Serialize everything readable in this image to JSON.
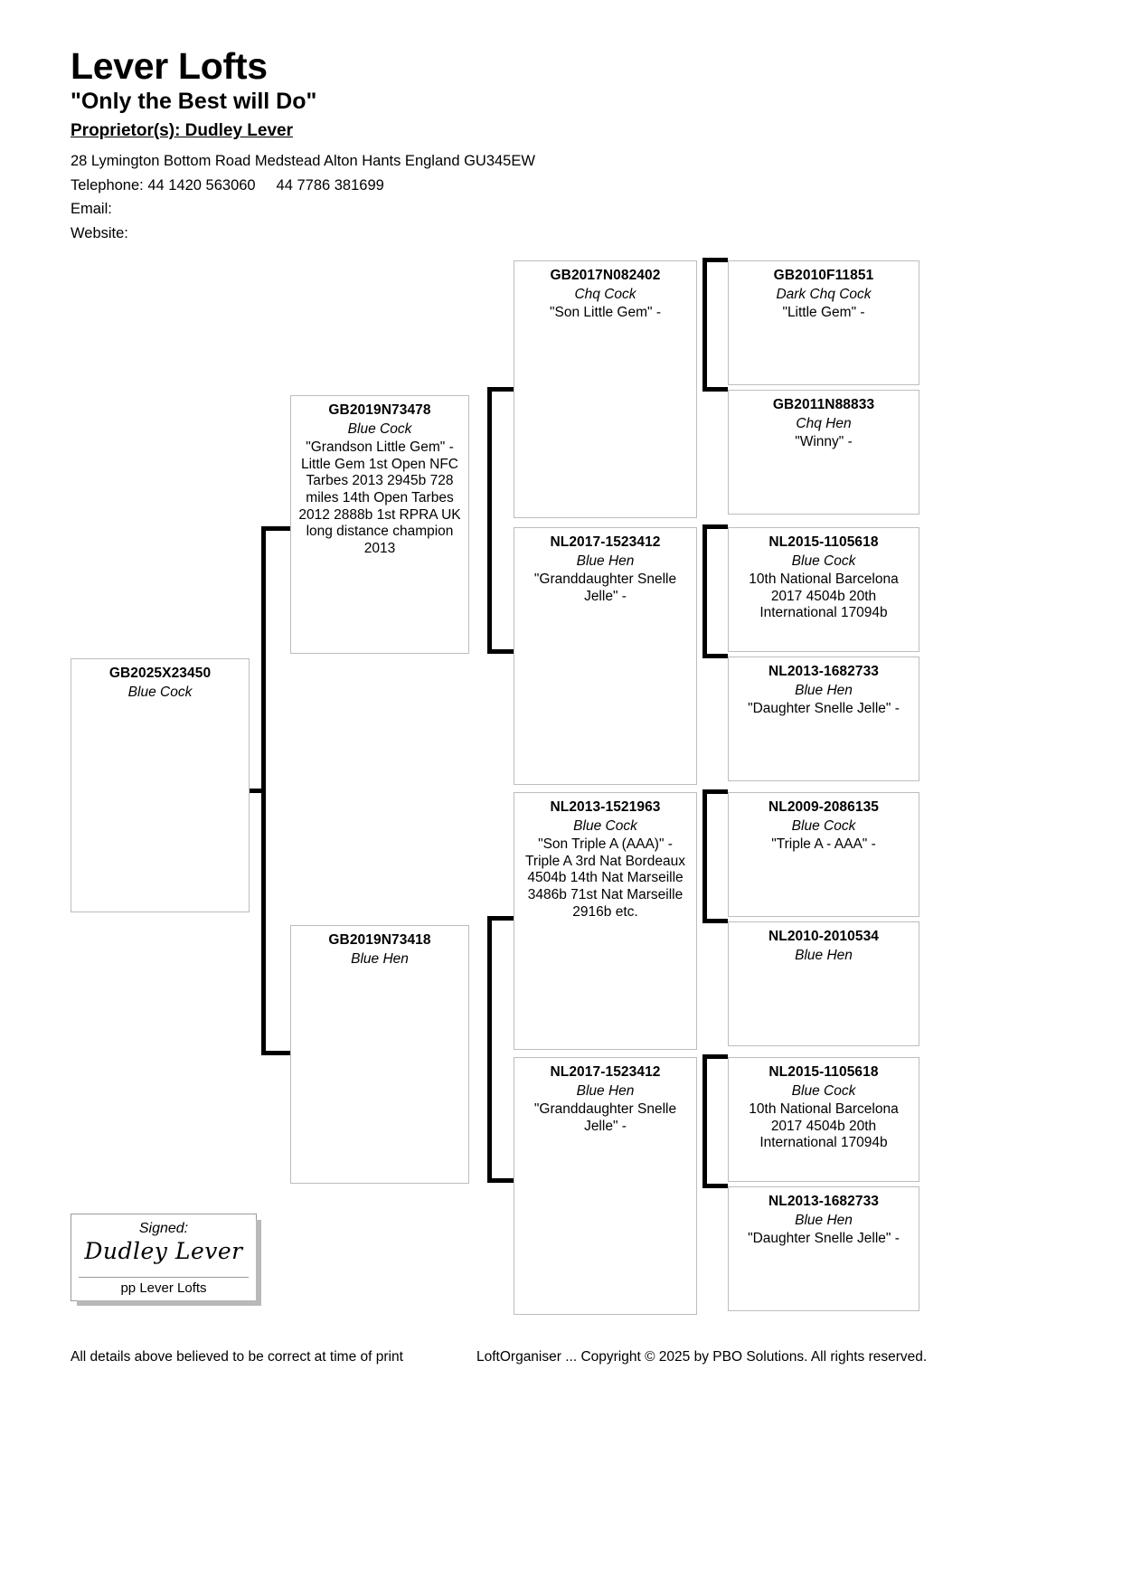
{
  "header": {
    "loft_name": "Lever Lofts",
    "motto": "\"Only the Best will Do\"",
    "proprietor": "Proprietor(s): Dudley Lever",
    "address": "28 Lymington Bottom Road Medstead Alton Hants England GU345EW",
    "telephone": "Telephone: 44 1420 563060     44 7786 381699",
    "email": "Email:",
    "website": "Website:"
  },
  "pedigree": {
    "subject": {
      "ring": "GB2025X23450",
      "colour": "Blue Cock",
      "notes": ""
    },
    "sire": {
      "ring": "GB2019N73478",
      "colour": "Blue Cock",
      "notes": "\"Grandson Little Gem\" - Little Gem 1st Open NFC Tarbes 2013 2945b 728 miles 14th Open Tarbes 2012 2888b 1st RPRA UK long distance champion 2013"
    },
    "dam": {
      "ring": "GB2019N73418",
      "colour": "Blue Hen",
      "notes": ""
    },
    "sire_sire": {
      "ring": "GB2017N082402",
      "colour": "Chq Cock",
      "notes": "\"Son Little Gem\" -"
    },
    "sire_dam": {
      "ring": "NL2017-1523412",
      "colour": "Blue Hen",
      "notes": "\"Granddaughter Snelle Jelle\" -"
    },
    "dam_sire": {
      "ring": "NL2013-1521963",
      "colour": "Blue Cock",
      "notes": "\"Son Triple A (AAA)\" - Triple A 3rd Nat Bordeaux 4504b 14th Nat Marseille 3486b 71st Nat Marseille 2916b etc."
    },
    "dam_dam": {
      "ring": "NL2017-1523412",
      "colour": "Blue Hen",
      "notes": "\"Granddaughter Snelle Jelle\" -"
    },
    "ss_sire": {
      "ring": "GB2010F11851",
      "colour": "Dark Chq Cock",
      "notes": "\"Little Gem\" -"
    },
    "ss_dam": {
      "ring": "GB2011N88833",
      "colour": "Chq Hen",
      "notes": "\"Winny\" -"
    },
    "sd_sire": {
      "ring": "NL2015-1105618",
      "colour": "Blue Cock",
      "notes": "10th National Barcelona 2017 4504b 20th International 17094b"
    },
    "sd_dam": {
      "ring": "NL2013-1682733",
      "colour": "Blue Hen",
      "notes": "\"Daughter Snelle Jelle\" -"
    },
    "ds_sire": {
      "ring": "NL2009-2086135",
      "colour": "Blue Cock",
      "notes": "\"Triple A - AAA\" -"
    },
    "ds_dam": {
      "ring": "NL2010-2010534",
      "colour": "Blue Hen",
      "notes": ""
    },
    "dd_sire": {
      "ring": "NL2015-1105618",
      "colour": "Blue Cock",
      "notes": "10th National Barcelona 2017 4504b 20th International 17094b"
    },
    "dd_dam": {
      "ring": "NL2013-1682733",
      "colour": "Blue Hen",
      "notes": "\"Daughter Snelle Jelle\" -"
    }
  },
  "signature": {
    "label": "Signed:",
    "script": "Dudley Lever",
    "pp": "pp Lever Lofts"
  },
  "footer": {
    "left": "All details above believed to be correct at time of print",
    "right": "LoftOrganiser ... Copyright © 2025 by PBO Solutions. All rights reserved."
  }
}
